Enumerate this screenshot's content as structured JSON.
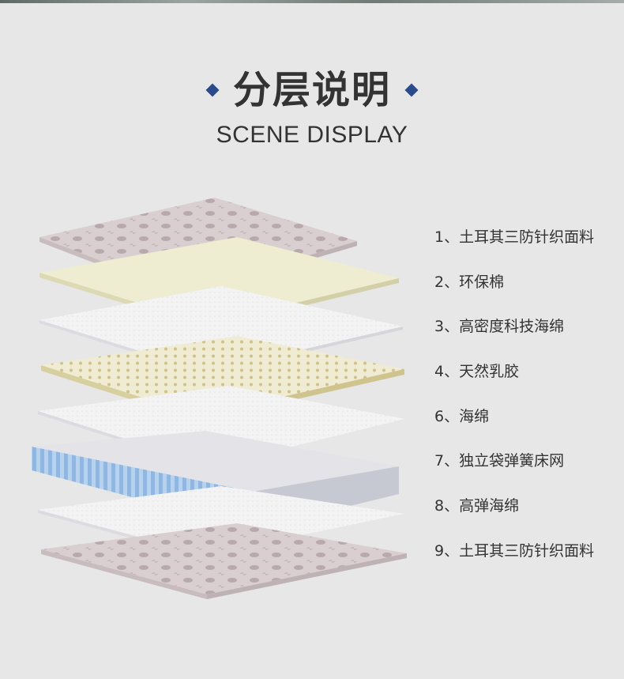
{
  "header": {
    "title": "分层说明",
    "subtitle": "SCENE DISPLAY",
    "accent_color": "#2b4a8c"
  },
  "layers": [
    {
      "label": "1、土耳其三防针织面料"
    },
    {
      "label": "2、环保棉"
    },
    {
      "label": "3、高密度科技海绵"
    },
    {
      "label": "4、天然乳胶"
    },
    {
      "label": "6、海绵"
    },
    {
      "label": "7、独立袋弹簧床网"
    },
    {
      "label": "8、高弹海绵"
    },
    {
      "label": "9、土耳其三防针织面料"
    }
  ],
  "colors": {
    "background": "#e7e7e7",
    "fabric": "#d9cfd1",
    "cotton": "#eeedd2",
    "sponge": "#f2f2f2",
    "latex": "#f0ecd4",
    "latex_dots": "#cfc28a",
    "springs": "#9cc3ea"
  }
}
